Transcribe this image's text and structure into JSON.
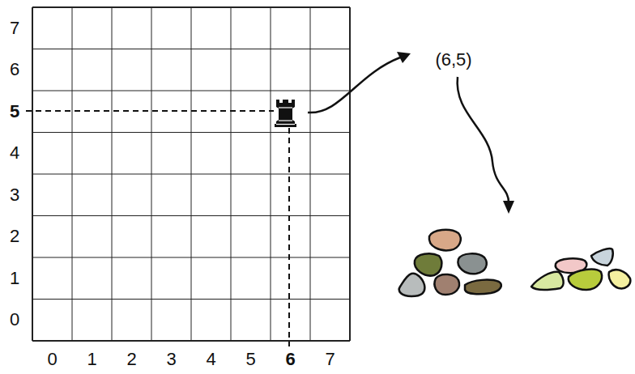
{
  "diagram": {
    "labels": [
      "7",
      "6",
      "5",
      "4",
      "3",
      "2",
      "1",
      "0",
      "0",
      "1",
      "2",
      "3",
      "4",
      "5",
      "6",
      "7",
      "(6,5)"
    ]
  }
}
